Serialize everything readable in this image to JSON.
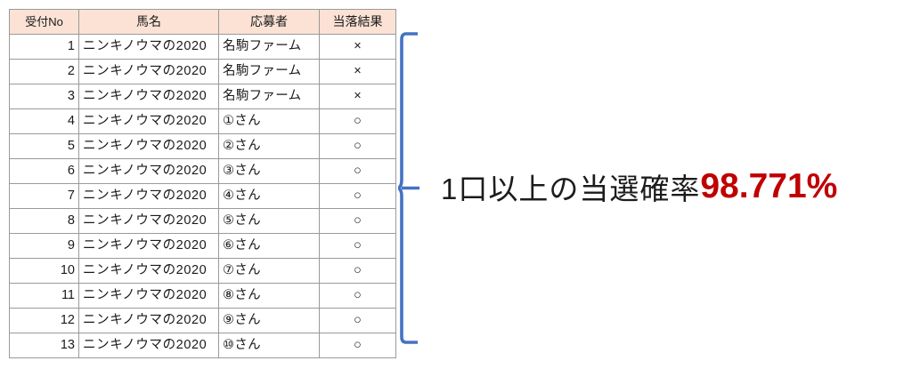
{
  "table": {
    "columns": [
      {
        "key": "no",
        "label": "受付No"
      },
      {
        "key": "horse",
        "label": "馬名"
      },
      {
        "key": "applicant",
        "label": "応募者"
      },
      {
        "key": "result",
        "label": "当落結果"
      }
    ],
    "header_fill": "#FBE2D5",
    "border_color": "#9A9A9A",
    "rows": [
      {
        "no": "1",
        "horse": "ニンキノウマの2020",
        "applicant": "名駒ファーム",
        "result": "×"
      },
      {
        "no": "2",
        "horse": "ニンキノウマの2020",
        "applicant": "名駒ファーム",
        "result": "×"
      },
      {
        "no": "3",
        "horse": "ニンキノウマの2020",
        "applicant": "名駒ファーム",
        "result": "×"
      },
      {
        "no": "4",
        "horse": "ニンキノウマの2020",
        "applicant": "①さん",
        "result": "○"
      },
      {
        "no": "5",
        "horse": "ニンキノウマの2020",
        "applicant": "②さん",
        "result": "○"
      },
      {
        "no": "6",
        "horse": "ニンキノウマの2020",
        "applicant": "③さん",
        "result": "○"
      },
      {
        "no": "7",
        "horse": "ニンキノウマの2020",
        "applicant": "④さん",
        "result": "○"
      },
      {
        "no": "8",
        "horse": "ニンキノウマの2020",
        "applicant": "⑤さん",
        "result": "○"
      },
      {
        "no": "9",
        "horse": "ニンキノウマの2020",
        "applicant": "⑥さん",
        "result": "○"
      },
      {
        "no": "10",
        "horse": "ニンキノウマの2020",
        "applicant": "⑦さん",
        "result": "○"
      },
      {
        "no": "11",
        "horse": "ニンキノウマの2020",
        "applicant": "⑧さん",
        "result": "○"
      },
      {
        "no": "12",
        "horse": "ニンキノウマの2020",
        "applicant": "⑨さん",
        "result": "○"
      },
      {
        "no": "13",
        "horse": "ニンキノウマの2020",
        "applicant": "⑩さん",
        "result": "○"
      }
    ]
  },
  "annotation": {
    "brace_color": "#4472C4",
    "caption_text": "1口以上の当選確率",
    "caption_percent": "98.771%",
    "caption_text_color": "#1C1C1C",
    "caption_percent_color": "#C00000"
  }
}
